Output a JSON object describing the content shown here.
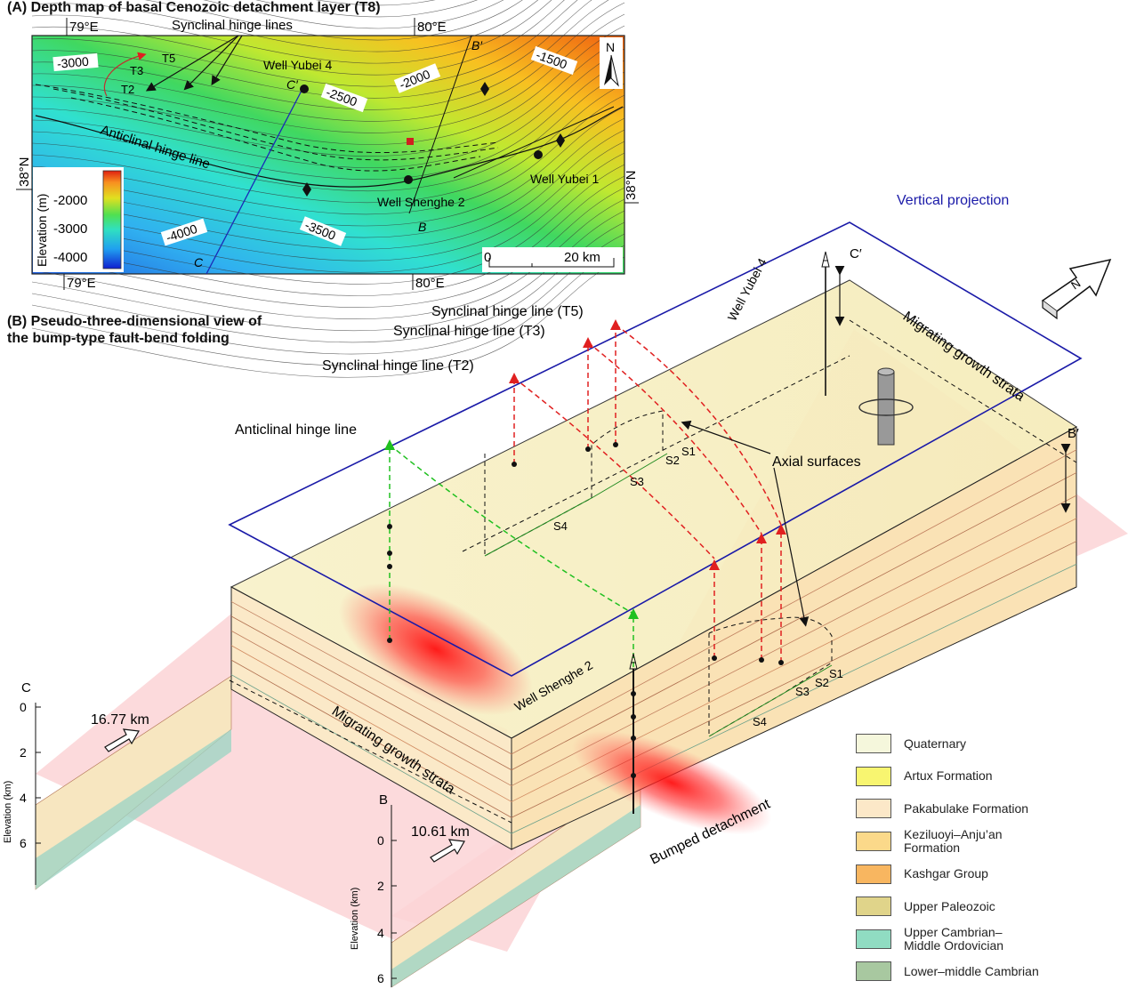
{
  "panel_a": {
    "title": "(A) Depth map of basal Cenozoic detachment layer (T8)",
    "lon_labels": [
      "79°E",
      "80°E",
      "79°E",
      "80°E"
    ],
    "lat_labels": [
      "38°N",
      "38°N"
    ],
    "north_label": "N",
    "contours": [
      "-3000",
      "-2500",
      "-2000",
      "-1500",
      "-4000",
      "-3500"
    ],
    "map_labels": {
      "synclinal_hinge_lines": "Synclinal hinge lines",
      "anticlinal_hinge_line": "Anticlinal hinge line",
      "t5": "T5",
      "t3": "T3",
      "t2": "T2",
      "well_yubei4": "Well Yubei 4",
      "well_yubei1": "Well Yubei 1",
      "well_shenghe2": "Well Shenghe 2",
      "b_prime": "B′",
      "b": "B",
      "c_prime": "C′",
      "c": "C"
    },
    "colorbar": {
      "title": "Elevation (m)",
      "ticks": [
        "-2000",
        "-3000",
        "-4000"
      ]
    },
    "scalebar": {
      "zero": "0",
      "label": "20 km"
    }
  },
  "panel_b": {
    "title": "(B) Pseudo-three-dimensional view of\nthe bump-type fault-bend folding",
    "labels": {
      "vertical_projection": "Vertical projection",
      "synclinal_t5": "Synclinal hinge line (T5)",
      "synclinal_t3": "Synclinal hinge line (T3)",
      "synclinal_t2": "Synclinal hinge line (T2)",
      "anticlinal": "Anticlinal hinge line",
      "axial_surfaces": "Axial surfaces",
      "migrating_growth_strata": "Migrating growth strata",
      "bumped_detachment": "Bumped detachment",
      "well_yubei4": "Well Yubei 4",
      "well_shenghe2": "Well Shenghe 2",
      "c_prime": "C′",
      "b_prime": "B′",
      "c": "C",
      "b": "B",
      "north": "N",
      "dist_c": "16.77 km",
      "dist_b": "10.61 km",
      "s1": "S1",
      "s2": "S2",
      "s3": "S3",
      "s4": "S4",
      "elev_axis": "Elevation (km)"
    },
    "elev_ticks": [
      "0",
      "2",
      "4",
      "6"
    ]
  },
  "legend": [
    {
      "label": "Quaternary",
      "color": "#f5f7dc"
    },
    {
      "label": "Artux Formation",
      "color": "#f8f570"
    },
    {
      "label": "Pakabulake Formation",
      "color": "#fce8c8"
    },
    {
      "label": "Keziluoyi–Anju’an\nFormation",
      "color": "#fbd98a"
    },
    {
      "label": "Kashgar Group",
      "color": "#f8b660"
    },
    {
      "label": "Upper Paleozoic",
      "color": "#e0d48a"
    },
    {
      "label": "Upper Cambrian–\nMiddle Ordovician",
      "color": "#90dcc2"
    },
    {
      "label": "Lower–middle Cambrian",
      "color": "#a8c8a0"
    }
  ],
  "colors": {
    "projection": "#1a1aa8",
    "syncline_arrow": "#e02020",
    "anticline_arrow": "#20c020",
    "detachment_glow": "#ff2020",
    "growth_strata_fill": "#fbd0d4"
  }
}
